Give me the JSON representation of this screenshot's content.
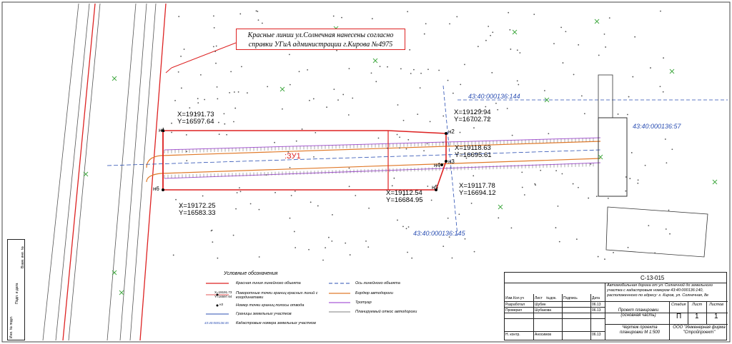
{
  "callout": {
    "line1": "Красные линии ул.Солнечная нанесены согласно",
    "line2": "справки УГиА администрации г.Кирова №4975"
  },
  "zone_label": ":ЗУ1",
  "points": [
    {
      "label": "н1",
      "x_label": "X=19191.73",
      "y_label": "Y=16597.64"
    },
    {
      "label": "н2",
      "x_label": "X=19129.94",
      "y_label": "Y=16702.72"
    },
    {
      "label": "н3",
      "x_label": "X=19118.63",
      "y_label": "Y=16695.61"
    },
    {
      "label": "н4",
      "x_label": "X=19117.78",
      "y_label": "Y=16694.12"
    },
    {
      "label": "н5",
      "x_label": "X=19112.54",
      "y_label": "Y=16684.95"
    },
    {
      "label": "н6",
      "x_label": "X=19172.25",
      "y_label": "Y=16583.33"
    }
  ],
  "cadastral": {
    "north": "43:40:000136:144",
    "east": "43:40:000136:57",
    "south": "43:40:000136:145"
  },
  "legend": {
    "title": "Условные обозначения",
    "items": [
      "Красная линия линейного объекта",
      "Поворотные точки границ красных линий с координатами",
      "Номер точки границ полосы отвода",
      "Границы земельных участков",
      "Кадастровые номера земельных участков",
      "Ось линейного объекта",
      "Бордюр автодороги",
      "Тротуар",
      "Планируемый откос автодороги"
    ],
    "sample_x": "X=19191.73",
    "sample_y": "Y=16597.64",
    "sample_pt": "н3",
    "sample_cad": "43:40:000136:45"
  },
  "title_block": {
    "code": "С-13-015",
    "description": "Автомобильная дорога от ул. Солнечной до земельного участка с кадастровым номером 43:40:000136:140, расположенного по адресу: г. Киров, ул. Солнечная, 8е",
    "headers": [
      "Изм.",
      "Кол.уч",
      "Лист",
      "№док.",
      "Подпись",
      "Дата"
    ],
    "rows": [
      {
        "role": "Разработал",
        "name": "Шубин",
        "date": "06.13"
      },
      {
        "role": "Проверил",
        "name": "Шубакова",
        "date": "06.13"
      },
      {
        "role": "Н. контр.",
        "name": "Аносимов",
        "date": "06.13"
      }
    ],
    "stage_headers": [
      "Стадия",
      "Лист",
      "Листов"
    ],
    "stage_values": [
      "П",
      "1",
      "1"
    ],
    "project": "Проект планировки (основная часть)",
    "drawing": "Чертеж проекта планировки М 1:500",
    "company": "ООО \"Инженерная фирма \"Стройпроект\""
  },
  "side_stamp": [
    "Инв. № подл.",
    "Подп. и дата",
    "Взам. инв. №"
  ],
  "colors": {
    "red_line": "#dd2222",
    "cadastral": "#2b4fb3",
    "curb": "#e07a2a",
    "sidewalk": "#a95bd6",
    "road_axis": "#2b4fb3"
  }
}
